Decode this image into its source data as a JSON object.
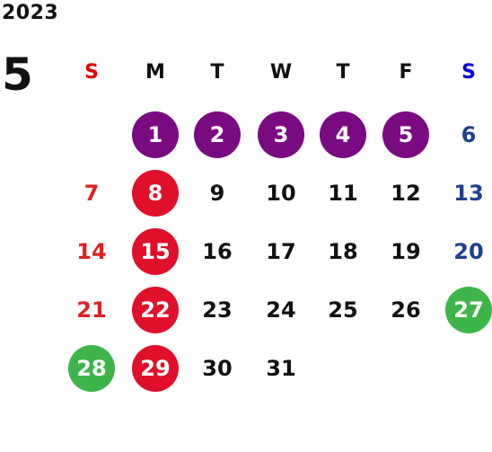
{
  "calendar": {
    "year": "2023",
    "month": "5",
    "weekdays": [
      "S",
      "M",
      "T",
      "W",
      "T",
      "F",
      "S"
    ],
    "colors": {
      "sunday_text": "#e02020",
      "saturday_text": "#1f3f8f",
      "weekday_sunday": "#e00000",
      "weekday_saturday": "#0000dd",
      "purple_highlight": "#7a0a82",
      "red_highlight": "#e0102a",
      "green_highlight": "#3db54a"
    },
    "weeks": [
      [
        {
          "day": ""
        },
        {
          "day": "1",
          "highlight": "purple"
        },
        {
          "day": "2",
          "highlight": "purple"
        },
        {
          "day": "3",
          "highlight": "purple"
        },
        {
          "day": "4",
          "highlight": "purple"
        },
        {
          "day": "5",
          "highlight": "purple"
        },
        {
          "day": "6"
        }
      ],
      [
        {
          "day": "7"
        },
        {
          "day": "8",
          "highlight": "red"
        },
        {
          "day": "9"
        },
        {
          "day": "10"
        },
        {
          "day": "11"
        },
        {
          "day": "12"
        },
        {
          "day": "13"
        }
      ],
      [
        {
          "day": "14"
        },
        {
          "day": "15",
          "highlight": "red"
        },
        {
          "day": "16"
        },
        {
          "day": "17"
        },
        {
          "day": "18"
        },
        {
          "day": "19"
        },
        {
          "day": "20"
        }
      ],
      [
        {
          "day": "21"
        },
        {
          "day": "22",
          "highlight": "red"
        },
        {
          "day": "23"
        },
        {
          "day": "24"
        },
        {
          "day": "25"
        },
        {
          "day": "26"
        },
        {
          "day": "27",
          "highlight": "green"
        }
      ],
      [
        {
          "day": "28",
          "highlight": "green"
        },
        {
          "day": "29",
          "highlight": "red"
        },
        {
          "day": "30"
        },
        {
          "day": "31"
        },
        {
          "day": ""
        },
        {
          "day": ""
        },
        {
          "day": ""
        }
      ]
    ]
  }
}
